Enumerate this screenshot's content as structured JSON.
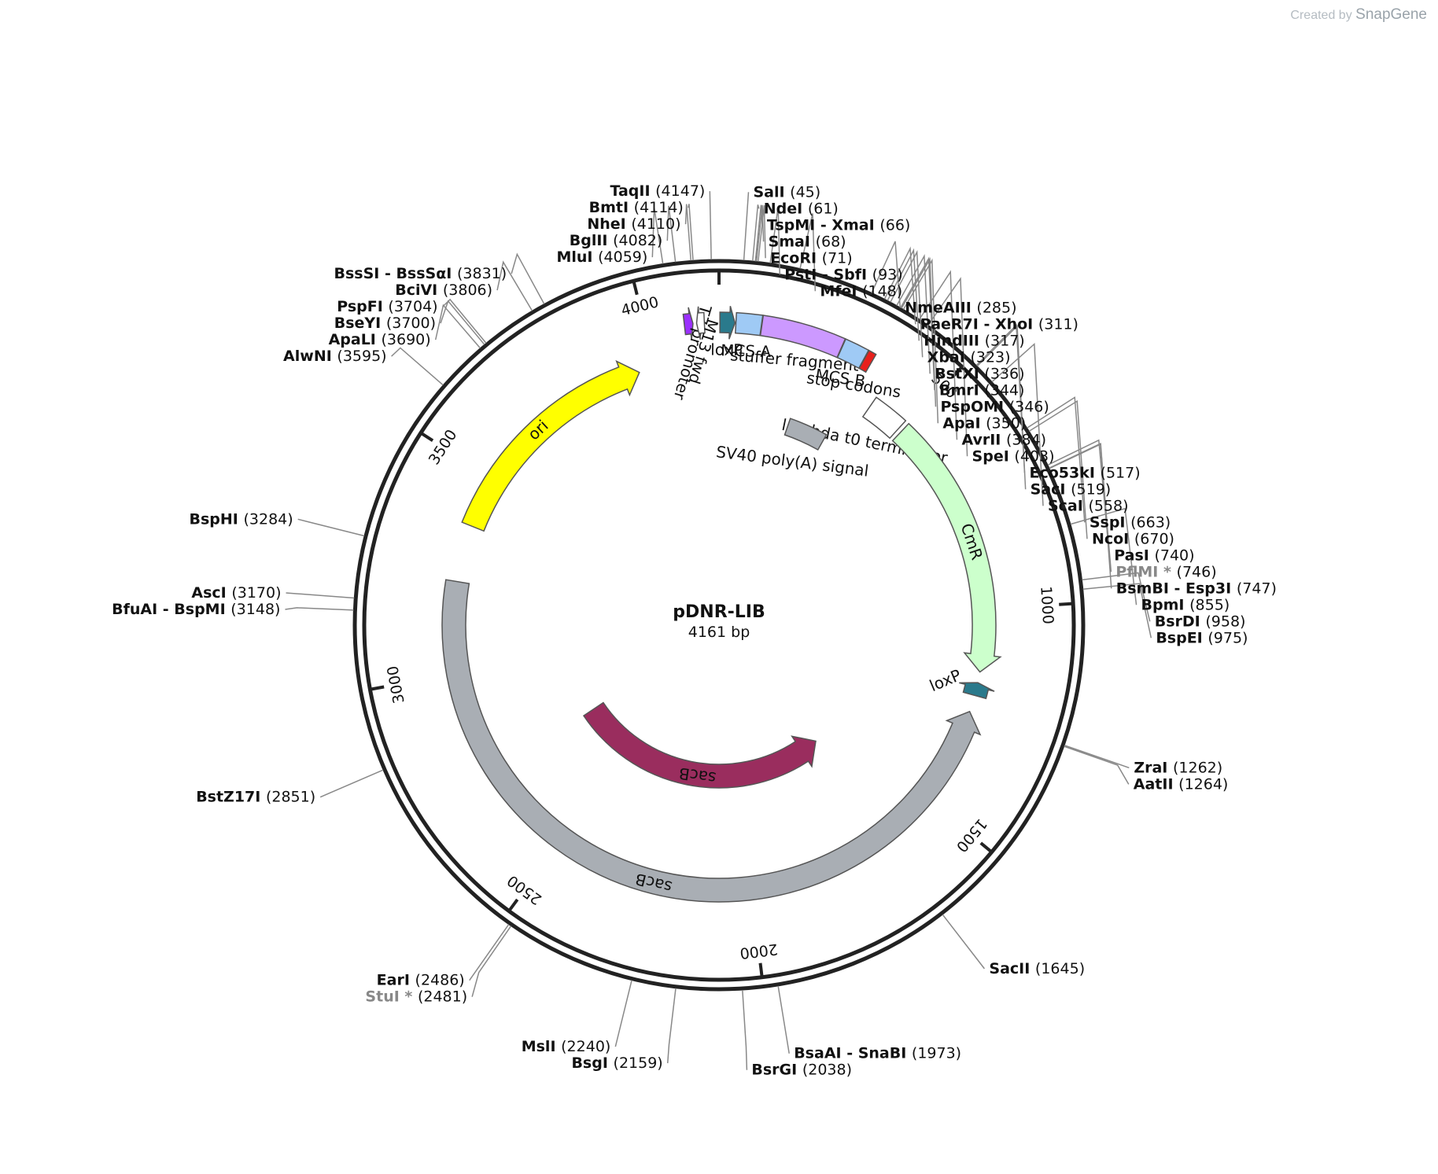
{
  "watermark": {
    "prefix": "Created by",
    "brand": "SnapGene"
  },
  "plasmid": {
    "name": "pDNR-LIB",
    "length": 4161,
    "length_label": "4161 bp"
  },
  "tick_labels": [
    "500",
    "1000",
    "1500",
    "2000",
    "2500",
    "3000",
    "3500",
    "4000"
  ],
  "features": [
    {
      "name": "ori",
      "start": 3373,
      "end": 3959,
      "dir": 1,
      "ring": "mid",
      "color": "#ffff00"
    },
    {
      "name": "T7 promoter",
      "start": 4085,
      "end": 4104,
      "dir": 1,
      "ring": "outer",
      "color": "#9b30ff"
    },
    {
      "name": "M13 fwd",
      "start": 4112,
      "end": 4129,
      "dir": -1,
      "ring": "outer",
      "color": "#ffffff"
    },
    {
      "name": "loxP",
      "start": 2,
      "end": 35,
      "dir": 1,
      "ring": "outer",
      "color": "#2a7a8c"
    },
    {
      "name": "MCS A",
      "start": 37,
      "end": 93,
      "dir": 0,
      "ring": "outer",
      "color": "#9fcaf5"
    },
    {
      "name": "stuffer fragment",
      "start": 94,
      "end": 275,
      "dir": 0,
      "ring": "outer",
      "color": "#cc99ff"
    },
    {
      "name": "MCS B",
      "start": 276,
      "end": 330,
      "dir": 0,
      "ring": "outer",
      "color": "#9fcaf5"
    },
    {
      "name": "stop codons",
      "start": 331,
      "end": 348,
      "dir": 0,
      "ring": "outer",
      "color": "#e8201c"
    },
    {
      "name": "lambda t0 terminator",
      "start": 400,
      "end": 490,
      "dir": 0,
      "ring": "mid",
      "color": "#ffffff"
    },
    {
      "name": "SV40 poly(A) signal",
      "start": 220,
      "end": 340,
      "dir": 0,
      "ring": "inner",
      "color": "#a9aeb4"
    },
    {
      "name": "CmR",
      "start": 500,
      "end": 1158,
      "dir": 1,
      "ring": "mid",
      "color": "#ccffcc"
    },
    {
      "name": "loxP",
      "start": 1185,
      "end": 1218,
      "dir": -1,
      "ring": "mid",
      "color": "#2a7a8c"
    },
    {
      "name": "sacB",
      "start": 1260,
      "end": 3230,
      "dir": -1,
      "ring": "mid",
      "color": "#a9aeb4"
    },
    {
      "name": "sacB",
      "start": 1620,
      "end": 2730,
      "dir": -1,
      "ring": "inner2",
      "color": "#9a2d5e"
    }
  ],
  "enzymes": [
    {
      "name": "TaqII",
      "pos": 4147
    },
    {
      "name": "BmtI",
      "pos": 4114
    },
    {
      "name": "NheI",
      "pos": 4110
    },
    {
      "name": "BglII",
      "pos": 4082
    },
    {
      "name": "MluI",
      "pos": 4059
    },
    {
      "name": "BssSI - BssSαI",
      "pos": 3831
    },
    {
      "name": "BciVI",
      "pos": 3806
    },
    {
      "name": "PspFI",
      "pos": 3704
    },
    {
      "name": "BseYI",
      "pos": 3700
    },
    {
      "name": "ApaLI",
      "pos": 3690
    },
    {
      "name": "AlwNI",
      "pos": 3595
    },
    {
      "name": "BspHI",
      "pos": 3284
    },
    {
      "name": "AscI",
      "pos": 3170
    },
    {
      "name": "BfuAI - BspMI",
      "pos": 3148
    },
    {
      "name": "BstZ17I",
      "pos": 2851
    },
    {
      "name": "EarI",
      "pos": 2486
    },
    {
      "name": "StuI *",
      "pos": 2481,
      "grey": true
    },
    {
      "name": "MslI",
      "pos": 2240
    },
    {
      "name": "BsgI",
      "pos": 2159
    },
    {
      "name": "BsrGI",
      "pos": 2038
    },
    {
      "name": "BsaAI - SnaBI",
      "pos": 1973
    },
    {
      "name": "SacII",
      "pos": 1645
    },
    {
      "name": "ZraI",
      "pos": 1262
    },
    {
      "name": "AatII",
      "pos": 1264
    },
    {
      "name": "SalI",
      "pos": 45
    },
    {
      "name": "NdeI",
      "pos": 61
    },
    {
      "name": "TspMI - XmaI",
      "pos": 66
    },
    {
      "name": "SmaI",
      "pos": 68
    },
    {
      "name": "EcoRI",
      "pos": 71
    },
    {
      "name": "PstI - SbfI",
      "pos": 93
    },
    {
      "name": "MfeI",
      "pos": 148
    },
    {
      "name": "NmeAIII",
      "pos": 285
    },
    {
      "name": "PaeR7I - XhoI",
      "pos": 311
    },
    {
      "name": "HindIII",
      "pos": 317
    },
    {
      "name": "XbaI",
      "pos": 323
    },
    {
      "name": "BstXI",
      "pos": 336
    },
    {
      "name": "BmrI",
      "pos": 344
    },
    {
      "name": "PspOMI",
      "pos": 346
    },
    {
      "name": "ApaI",
      "pos": 350
    },
    {
      "name": "AvrII",
      "pos": 384
    },
    {
      "name": "SpeI",
      "pos": 403
    },
    {
      "name": "Eco53kI",
      "pos": 517
    },
    {
      "name": "SacI",
      "pos": 519
    },
    {
      "name": "ScaI",
      "pos": 558
    },
    {
      "name": "SspI",
      "pos": 663
    },
    {
      "name": "NcoI",
      "pos": 670
    },
    {
      "name": "PasI",
      "pos": 740
    },
    {
      "name": "PflMI *",
      "pos": 746,
      "grey": true
    },
    {
      "name": "BsmBI - Esp3I",
      "pos": 747
    },
    {
      "name": "BpmI",
      "pos": 855
    },
    {
      "name": "BsrDI",
      "pos": 958
    },
    {
      "name": "BspEI",
      "pos": 975
    }
  ],
  "colors": {
    "backbone": "#222222",
    "leader": "#888888"
  }
}
